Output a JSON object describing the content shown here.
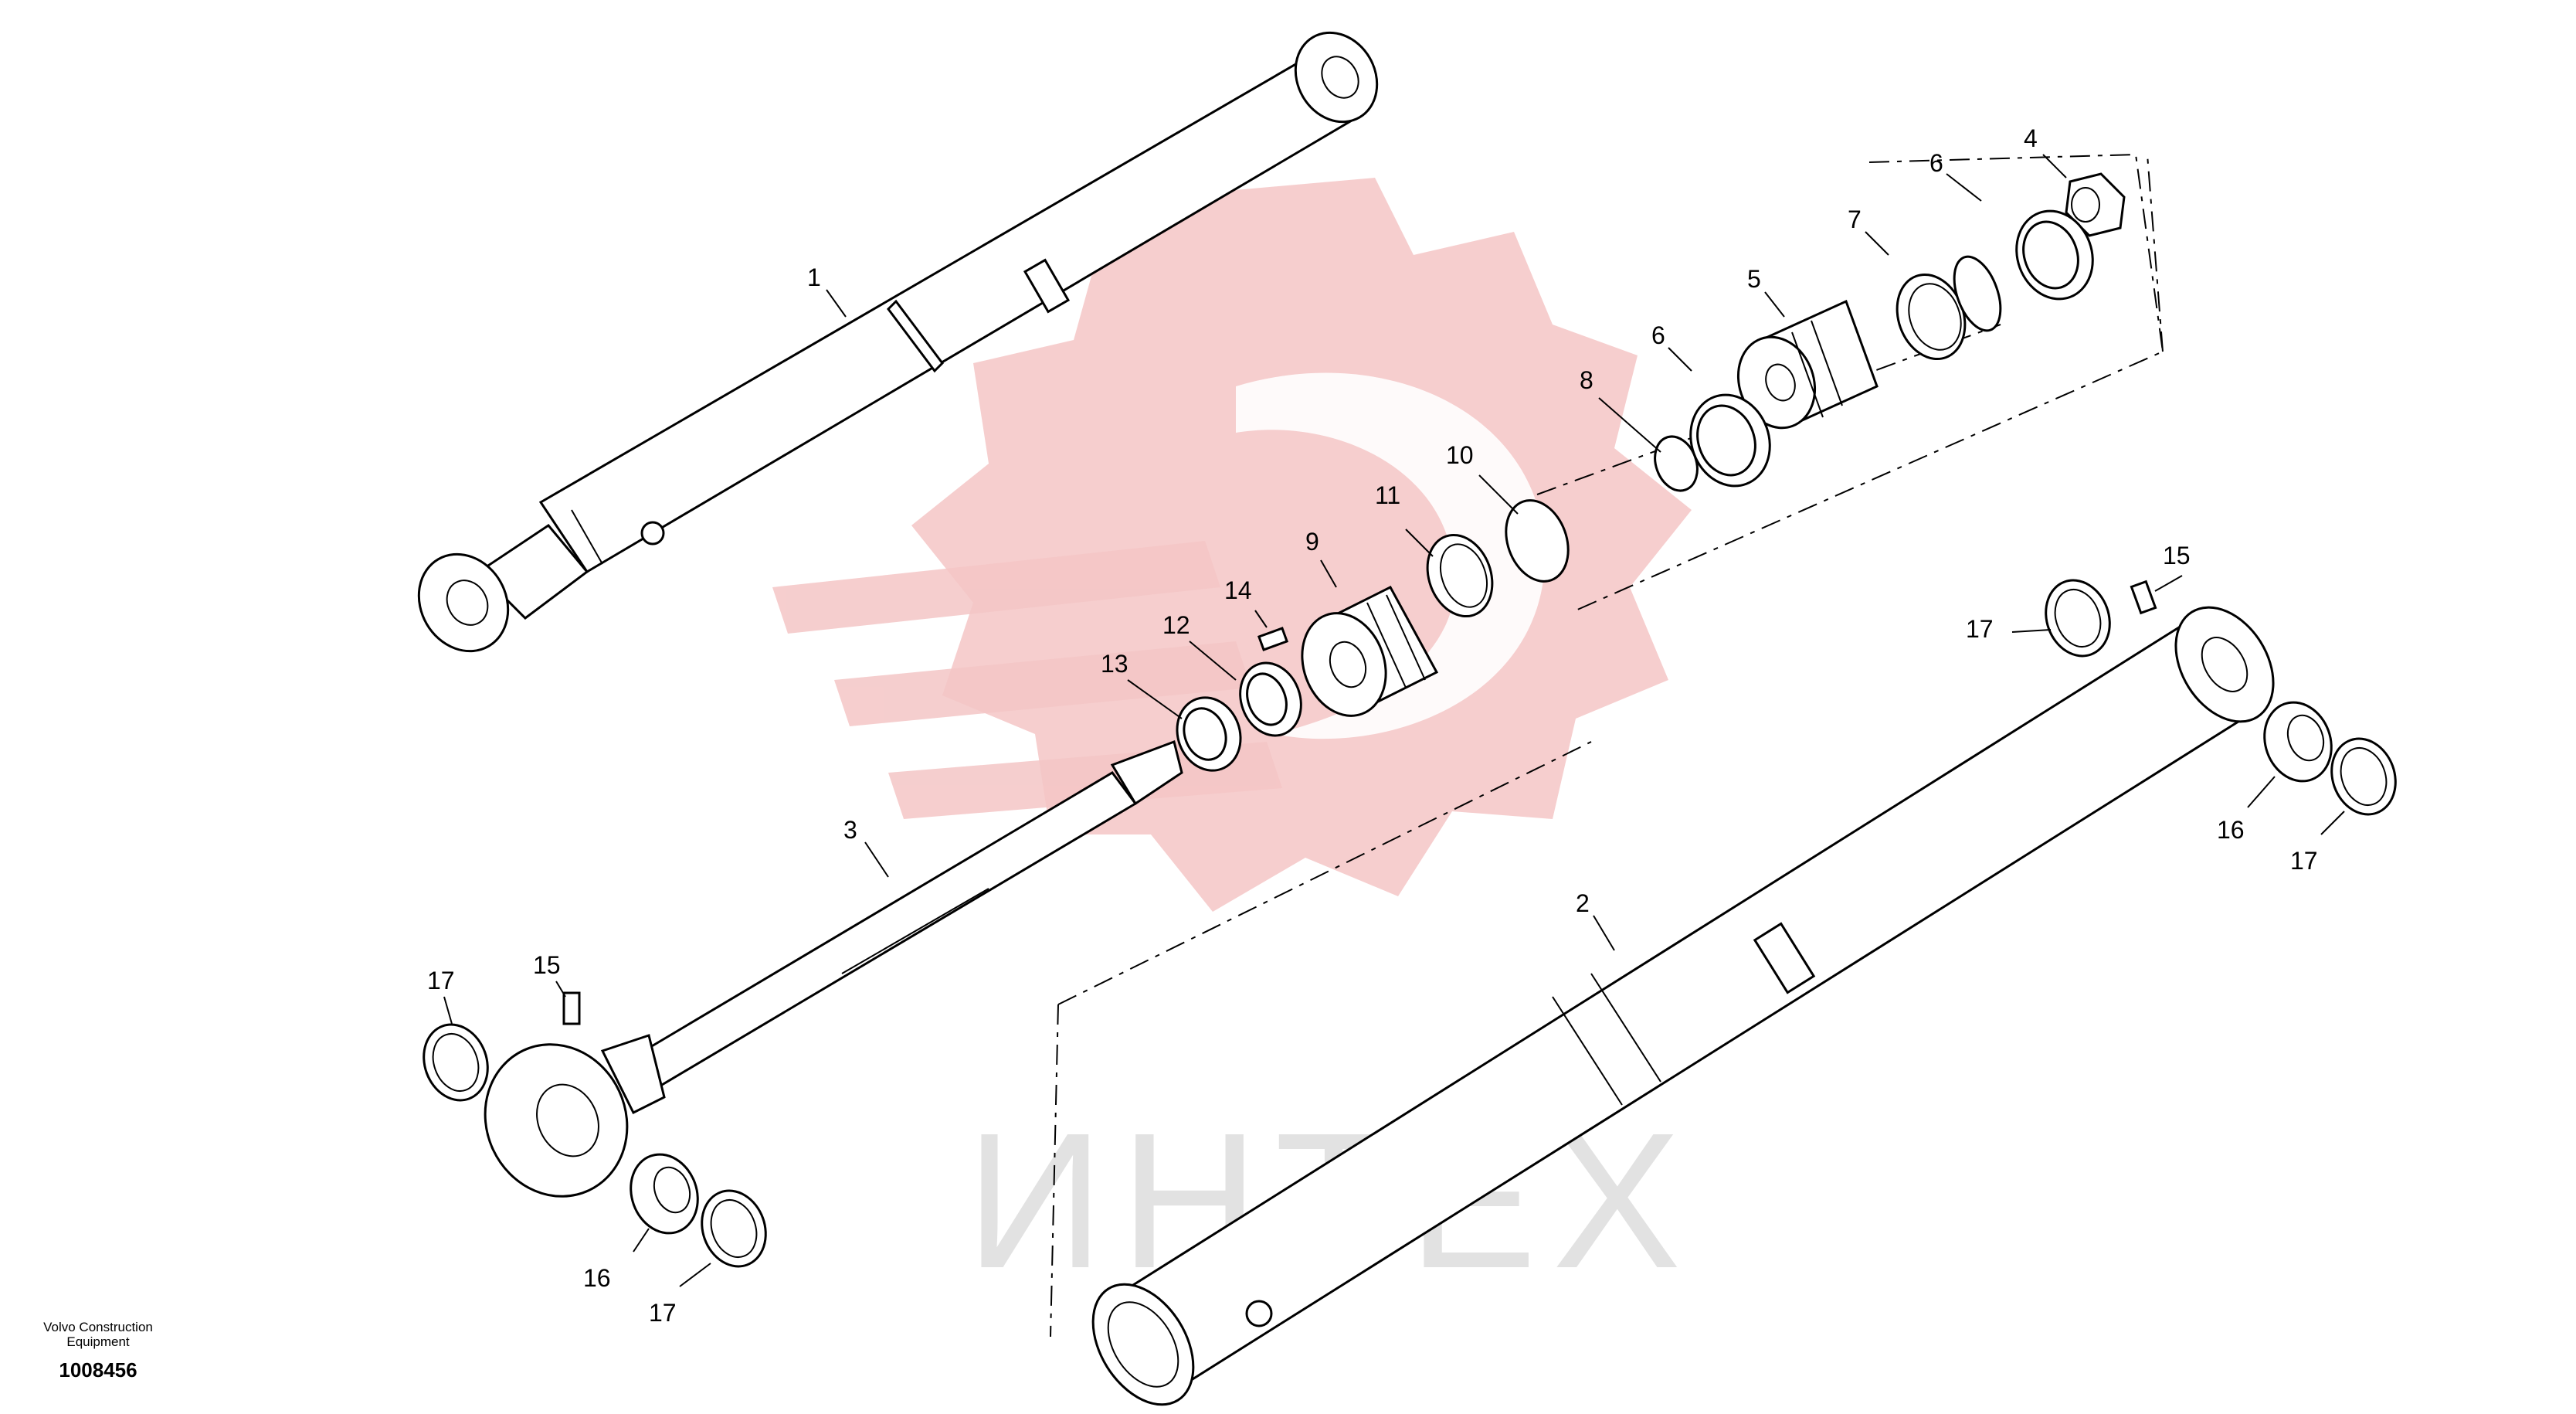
{
  "brand": {
    "company": "Volvo Construction Equipment",
    "drawing_number": "1008456"
  },
  "watermark": {
    "text": "ИНТЕХ",
    "color": "#f4c6c6",
    "text_color": "#e2e2e2"
  },
  "callouts": {
    "c1": "1",
    "c2": "2",
    "c3": "3",
    "c4": "4",
    "c5": "5",
    "c6a": "6",
    "c6b": "6",
    "c7": "7",
    "c8": "8",
    "c9": "9",
    "c10": "10",
    "c11": "11",
    "c12": "12",
    "c13": "13",
    "c14": "14",
    "c15a": "15",
    "c15b": "15",
    "c16a": "16",
    "c16b": "16",
    "c17a": "17",
    "c17b": "17",
    "c17c": "17",
    "c17d": "17"
  }
}
